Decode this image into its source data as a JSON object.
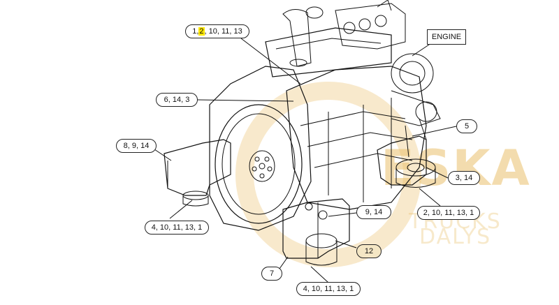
{
  "diagram": {
    "engine_label": "ENGINE",
    "callouts": {
      "c1": {
        "pre": "1, ",
        "hl": "2",
        "post": ", 10, 11, 13"
      },
      "c2": "6, 14, 3",
      "c3": "5",
      "c4": "8, 9, 14",
      "c5": "3, 14",
      "c6": "2, 10, 11, 13, 1",
      "c7": "9, 14",
      "c8": "4, 10, 11, 13, 1",
      "c9": "12",
      "c10": "7",
      "c11": "4, 10, 11, 13, 1"
    },
    "colors": {
      "highlight": "#ffe800",
      "watermark": "#ebc16c",
      "tan_callout": "#f4e6c4"
    }
  },
  "watermark": {
    "brand": "ESKA",
    "sub1": "TRUCKS",
    "sub2": "DALYS"
  }
}
